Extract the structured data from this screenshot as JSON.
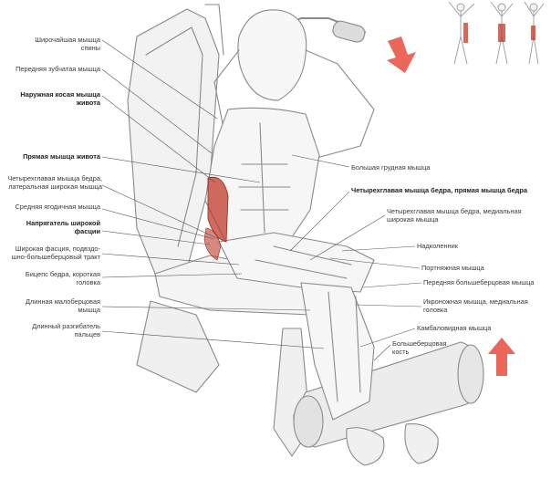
{
  "labels_left": [
    {
      "id": "latissimus",
      "text": "Широчайшая мышца\nспины",
      "bold": false
    },
    {
      "id": "serratus",
      "text": "Передняя зубчатая мышца",
      "bold": false
    },
    {
      "id": "external-oblique",
      "text": "Наружная косая мышца\nживота",
      "bold": true
    },
    {
      "id": "rectus-abdominis",
      "text": "Прямая мышца живота",
      "bold": true
    },
    {
      "id": "vastus-lateralis",
      "text": "Четырехглавая мышца бедра,\nлатеральная широкая мышца",
      "bold": false
    },
    {
      "id": "gluteus-medius",
      "text": "Средняя ягодичная мышца",
      "bold": false
    },
    {
      "id": "tensor-fasciae",
      "text": "Напрягатель широкой\nфасции",
      "bold": true
    },
    {
      "id": "iliotibial-tract",
      "text": "Широкая фасция, подвздо-\nшно-большеберцовый тракт",
      "bold": false
    },
    {
      "id": "biceps-femoris",
      "text": "Бицепс бедра, короткая\nголовка",
      "bold": false
    },
    {
      "id": "peroneus-longus",
      "text": "Длинная малоберцовая\nмышца",
      "bold": false
    },
    {
      "id": "extensor-digitorum",
      "text": "Длинный разгибатель\nпальцев",
      "bold": false
    }
  ],
  "labels_right": [
    {
      "id": "pectoralis-major",
      "text": "Большая грудная мышца",
      "bold": false
    },
    {
      "id": "quadriceps-rectus",
      "text": "Четырехглавая мышца бедра, прямая мышца бедра",
      "bold": true
    },
    {
      "id": "vastus-medialis",
      "text": "Четырехглавая мышца бедра, медиальная\nширокая мышца",
      "bold": false
    },
    {
      "id": "patella",
      "text": "Надколенник",
      "bold": false
    },
    {
      "id": "sartorius",
      "text": "Портняжная мышца",
      "bold": false
    },
    {
      "id": "tibialis-anterior",
      "text": "Передняя большеберцовая мышца",
      "bold": false
    },
    {
      "id": "gastrocnemius",
      "text": "Икроножная мышца, медиальная\nголовка",
      "bold": false
    },
    {
      "id": "soleus",
      "text": "Камбаловидная мышца",
      "bold": false
    },
    {
      "id": "tibia",
      "text": "Большеберцовая\nкость",
      "bold": false
    }
  ],
  "colors": {
    "highlight_muscle": "#c0392b",
    "arrow": "#e74c3c",
    "line": "#555555",
    "sketch": "#8a8a8a"
  }
}
